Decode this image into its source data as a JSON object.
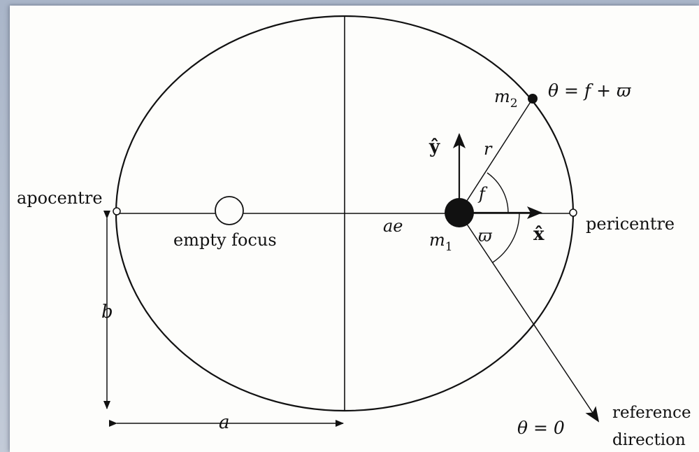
{
  "labels": {
    "apocentre": "apocentre",
    "pericentre": "pericentre",
    "empty_focus": "empty focus",
    "m2": "m",
    "m2_sub": "2",
    "m1": "m",
    "m1_sub": "1",
    "theta_eq": "θ = f + ϖ",
    "theta_zero": "θ = 0",
    "y_hat": "ŷ",
    "x_hat": "x̂",
    "r": "r",
    "f": "f",
    "varpi": "ϖ",
    "ae": "ae",
    "b": "b",
    "a": "a",
    "reference": "reference",
    "direction": "direction"
  },
  "colors": {
    "ink": "#111111",
    "paper": "#fdfdfb",
    "frame": "#b9c3d4"
  }
}
